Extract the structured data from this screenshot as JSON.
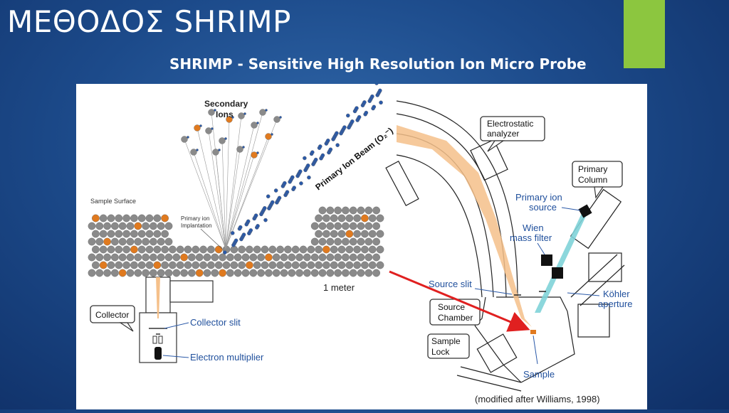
{
  "slide": {
    "title": "ΜΕΘΟΔΟΣ SHRIMP",
    "subtitle": "SHRIMP - Sensitive High Resolution Ion Micro Probe",
    "accent_color": "#8cc63f"
  },
  "diagram": {
    "left": {
      "secondary_ions": "Secondary",
      "secondary_ions_2": "Ions",
      "primary_beam": "Primary Ion Beam (O₂⁻)",
      "sample_surface": "Sample Surface",
      "implantation_1": "Primary ion",
      "implantation_2": "Implantation",
      "one_meter": "1 meter",
      "collector": "Collector",
      "collector_slit": "Collector slit",
      "electron_multiplier": "Electron multiplier"
    },
    "right": {
      "electrostatic_1": "Electrostatic",
      "electrostatic_2": "analyzer",
      "primary_column_1": "Primary",
      "primary_column_2": "Column",
      "primary_ion_source_1": "Primary ion",
      "primary_ion_source_2": "source",
      "wien_1": "Wien",
      "wien_2": "mass filter",
      "source_slit": "Source slit",
      "source_chamber_1": "Source",
      "source_chamber_2": "Chamber",
      "kohler_1": "Köhler",
      "kohler_2": "aperture",
      "sample_lock_1": "Sample",
      "sample_lock_2": "Lock",
      "sample": "Sample"
    },
    "caption": "(modified after Williams, 1998)",
    "colors": {
      "beam": "#f5c08a",
      "ion_blue": "#2a59a8",
      "ion_orange": "#e07a1f",
      "atom_gray": "#8a8a8a",
      "pointer_arrow": "#e02020",
      "cyan_beam": "#7fd3d8"
    }
  }
}
